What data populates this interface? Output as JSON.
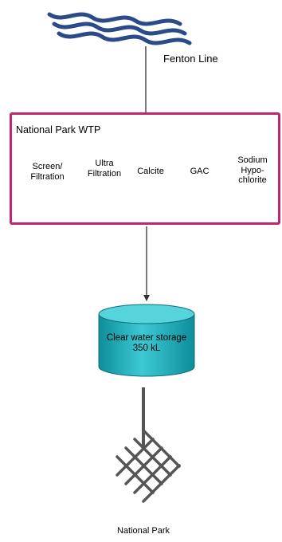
{
  "source": {
    "label": "Fenton Line"
  },
  "plant": {
    "title": "National Park WTP",
    "units": [
      {
        "label": "Screen/\nFiltration",
        "color": "#f0821e"
      },
      {
        "label": "Ultra\nFiltration",
        "color": "#dcdce8"
      },
      {
        "label": "Calcite",
        "color": "#e3338f"
      },
      {
        "label": "GAC",
        "color": "#9a9a9a"
      },
      {
        "label": "Sodium\nHypo-\nchlorite",
        "color": "#f5c21e"
      }
    ]
  },
  "storage": {
    "label_line1": "Clear water storage",
    "label_line2": "350 kL",
    "color": "#1fb5c2"
  },
  "consumer": {
    "label": "National Park"
  },
  "colors": {
    "wtp_border": "#c0266e",
    "wave": "#2b4a8a",
    "line": "#333333"
  }
}
